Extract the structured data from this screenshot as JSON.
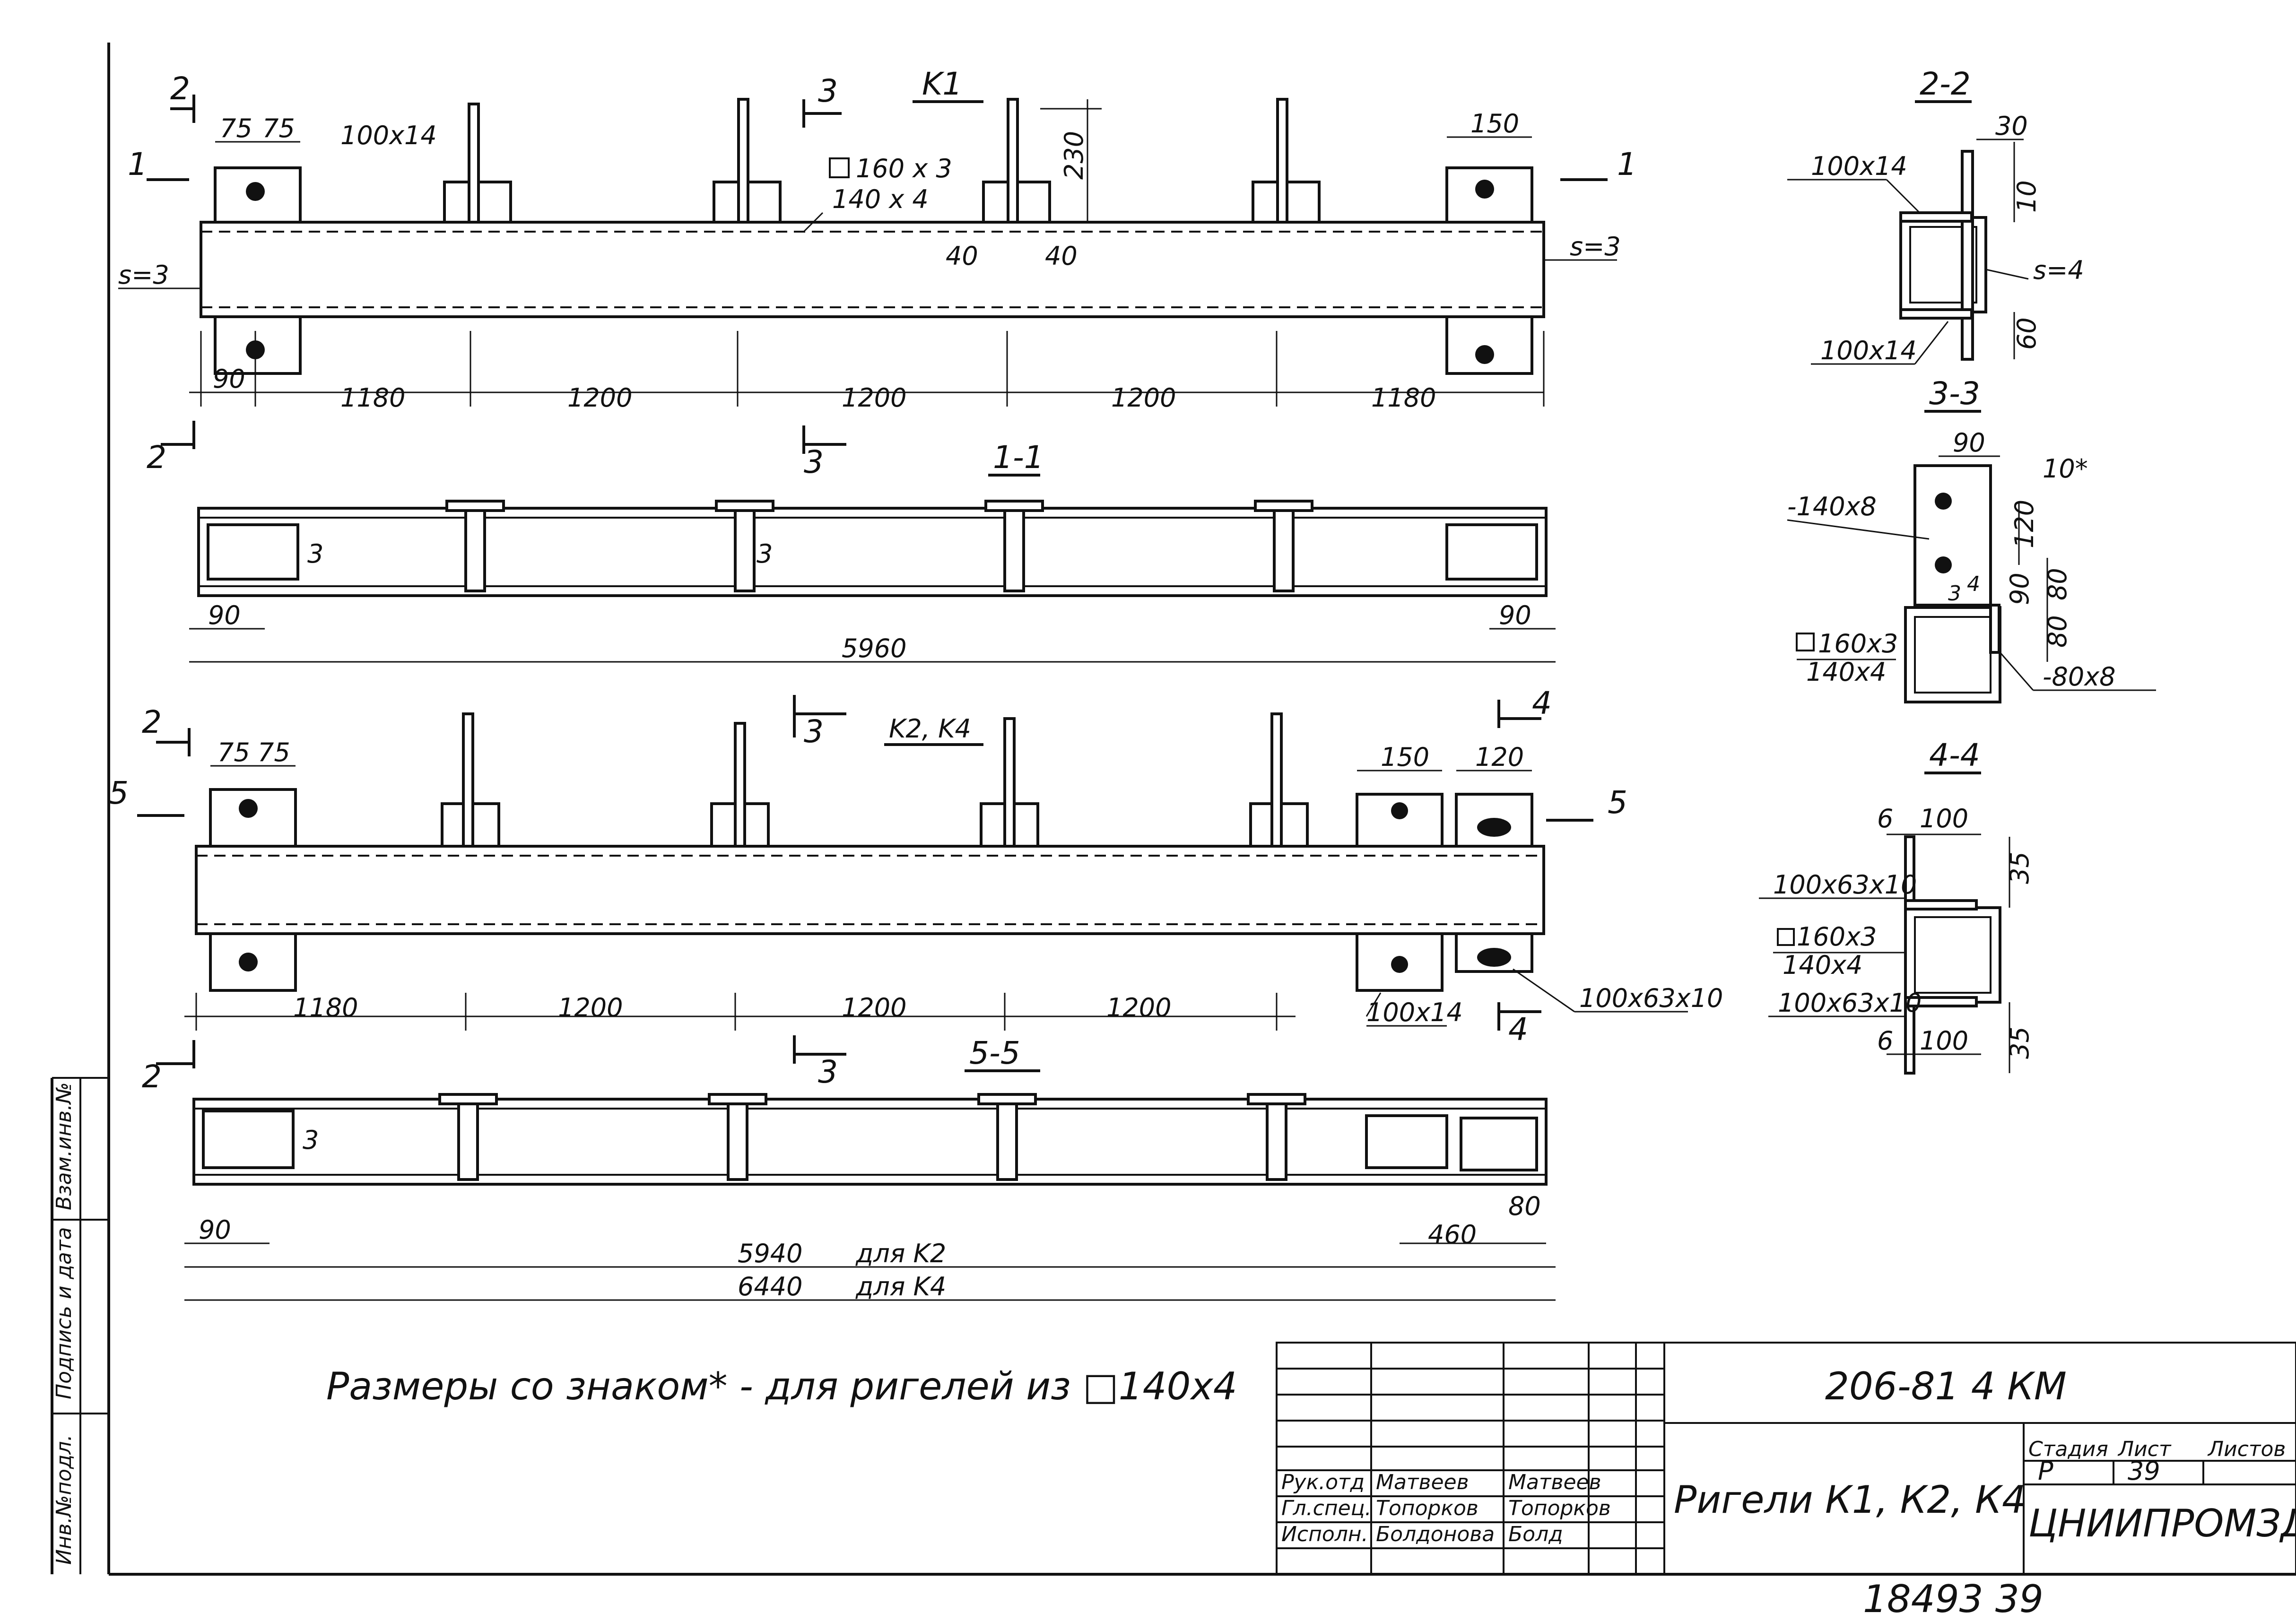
{
  "k1": {
    "title": "K1",
    "angle_top": "100x14",
    "tube_label_a": "160 x 3",
    "tube_label_b": "140 x 4",
    "weld_left": "s=3",
    "weld_right": "s=3",
    "dims_top": [
      "75",
      "75",
      "150",
      "230",
      "40",
      "40"
    ],
    "dims_bottom": [
      "90",
      "1180",
      "1200",
      "1200",
      "1200",
      "1180"
    ],
    "section_marks": [
      "2",
      "1",
      "1",
      "3",
      "2",
      "3"
    ]
  },
  "section_1_1": {
    "title": "1-1",
    "weld": "3",
    "weld_mid": "3",
    "dims": [
      "90",
      "90",
      "5960"
    ]
  },
  "k2k4": {
    "title": "K2, K4",
    "dims_top": [
      "75",
      "75",
      "150",
      "120"
    ],
    "dims_bottom": [
      "1180",
      "1200",
      "1200",
      "1200"
    ],
    "angle_a": "100x14",
    "angle_b": "100x63x10",
    "section_marks": [
      "2",
      "5",
      "5",
      "3",
      "4",
      "4",
      "3",
      "2"
    ]
  },
  "section_5_5": {
    "title": "5-5",
    "weld": "3",
    "dims": [
      "90",
      "460",
      "80"
    ],
    "len_k2": "5940",
    "len_k2_note": "для K2",
    "len_k4": "6440",
    "len_k4_note": "для K4"
  },
  "section_2_2": {
    "title": "2-2",
    "angle_top": "100x14",
    "angle_bottom": "100x14",
    "wall": "s=4",
    "dims": [
      "30",
      "10",
      "60"
    ]
  },
  "section_3_3": {
    "title": "3-3",
    "plate": "-140x8",
    "tube_a": "160x3",
    "tube_b": "140x4",
    "plate2": "-80x8",
    "dims": [
      "90",
      "10*",
      "120",
      "90",
      "80",
      "80",
      "3",
      "4"
    ]
  },
  "section_4_4": {
    "title": "4-4",
    "angle_top": "100x63x10",
    "tube_a": "160x3",
    "tube_b": "140x4",
    "angle_bottom": "100x63x10",
    "dims": [
      "6",
      "100",
      "35",
      "6",
      "100",
      "35"
    ]
  },
  "note": "Размеры со знаком* - для ригелей из □140x4",
  "side_stamp": {
    "inv_no": "Инв.№подл.",
    "sign_date": "Подпись и дата",
    "replace": "Взам.инв.№"
  },
  "title_block": {
    "doc_code": "206-81 4 КМ",
    "title": "Ригели К1, К2, К4",
    "stage_label": "Стадия",
    "sheet_label": "Лист",
    "sheets_label": "Листов",
    "stage": "Р",
    "sheet": "39",
    "org": "ЦНИИПРОМЗДАНИЙ",
    "roles": [
      "Рук.отд",
      "Гл.спец.",
      "Исполн."
    ],
    "names": [
      "Матвеев",
      "Топорков",
      "Болдонова"
    ],
    "signatures": [
      "Матвеев",
      "Топорков",
      "Болд"
    ]
  },
  "footer_number": "18493  39"
}
